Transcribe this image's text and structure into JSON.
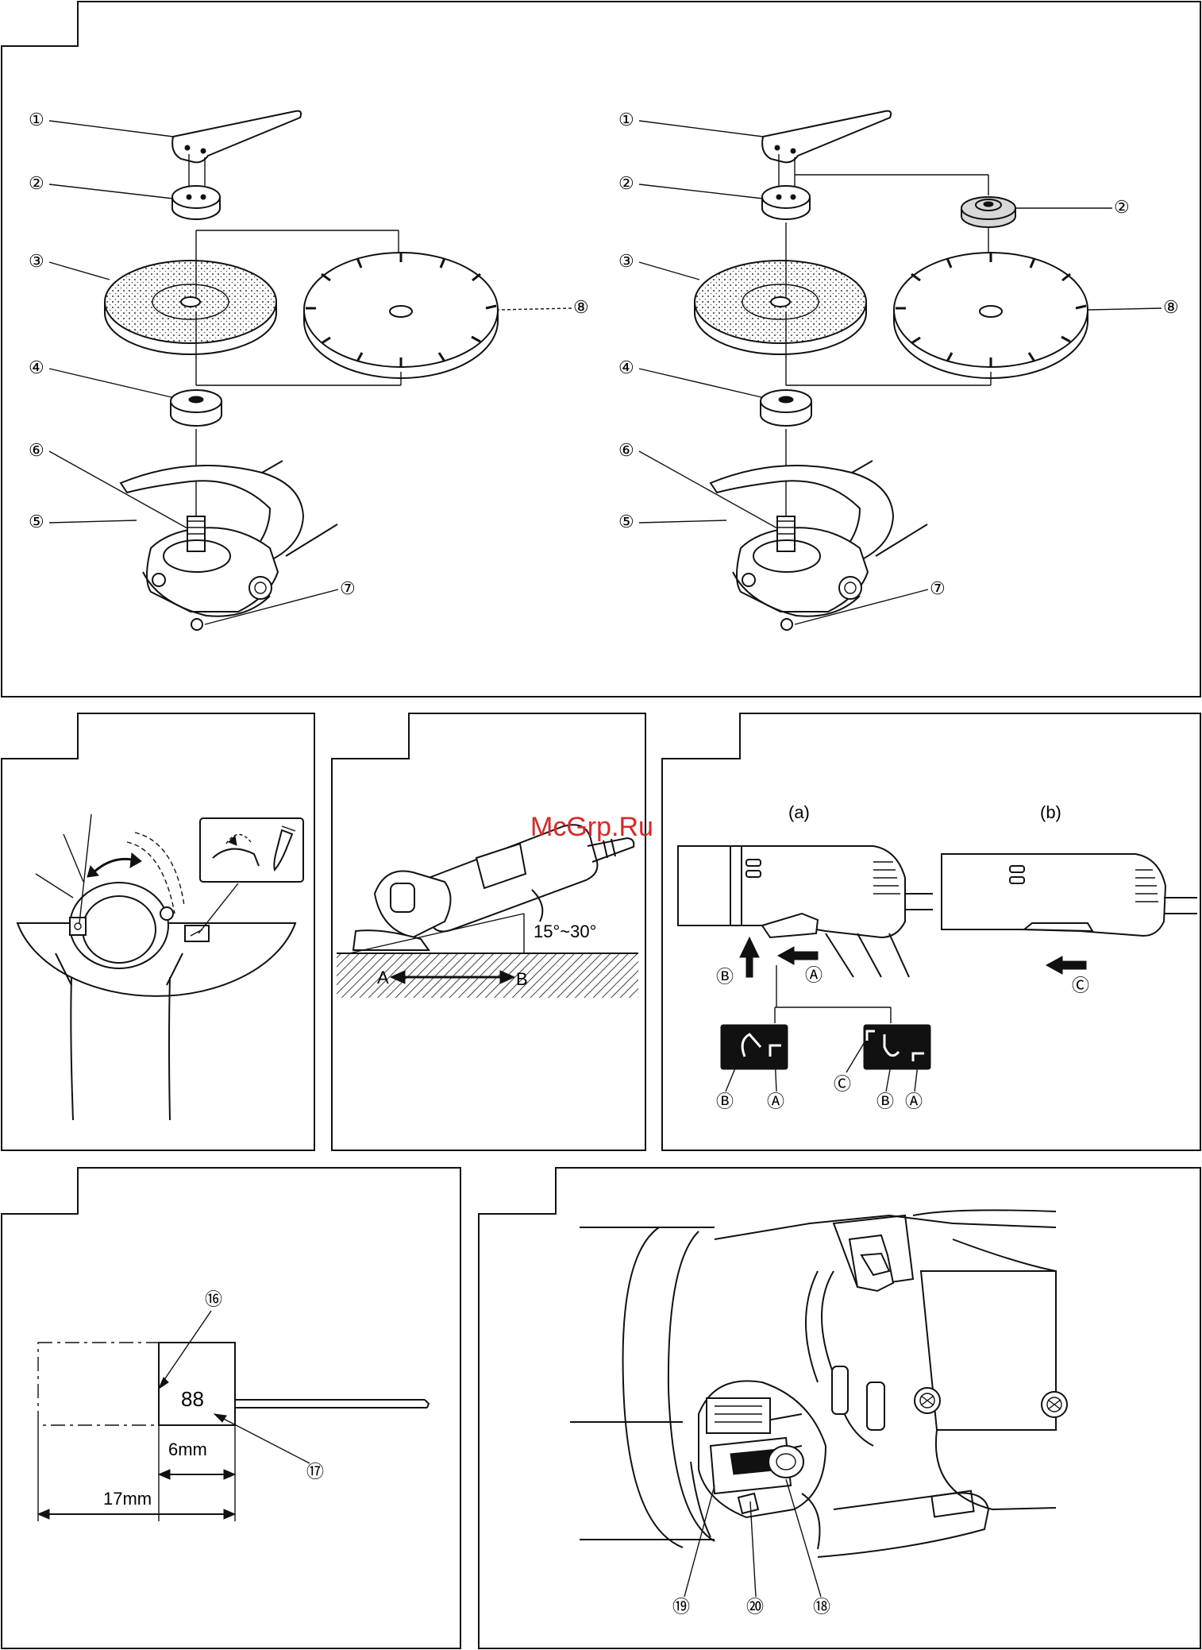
{
  "watermark": "McGrp.Ru",
  "figure1": {
    "left_callouts": [
      "①",
      "②",
      "③",
      "④",
      "⑥",
      "⑤",
      "⑦",
      "⑧"
    ],
    "right_callouts": [
      "①",
      "②",
      "②",
      "③",
      "④",
      "⑥",
      "⑤",
      "⑦",
      "⑧"
    ]
  },
  "figure3": {
    "angle_label": "15°~30°",
    "point_a": "A",
    "point_b": "B"
  },
  "figure4": {
    "label_a": "(a)",
    "label_b": "(b)",
    "arrow_b": "Ⓑ",
    "arrow_a": "Ⓐ",
    "arrow_c": "Ⓒ",
    "switch1_labels": [
      "Ⓑ",
      "Ⓐ"
    ],
    "switch2_labels": [
      "Ⓒ",
      "Ⓑ",
      "Ⓐ"
    ]
  },
  "figure5": {
    "brush_number": "88",
    "dim_small": "6mm",
    "dim_large": "17mm",
    "callout_16": "⑯",
    "callout_17": "⑰"
  },
  "figure6": {
    "callouts": [
      "⑲",
      "⑳",
      "⑱"
    ]
  }
}
